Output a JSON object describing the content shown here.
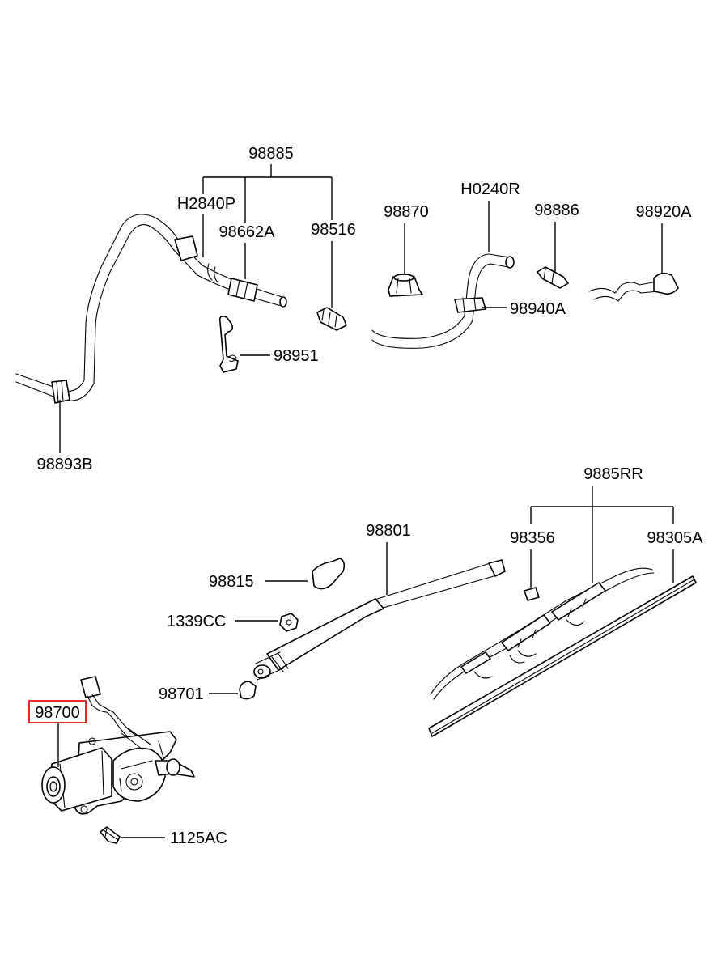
{
  "diagram": {
    "labels": {
      "p98885": "98885",
      "pH2840P": "H2840P",
      "p98662A": "98662A",
      "p98516": "98516",
      "p98870": "98870",
      "pH0240R": "H0240R",
      "p98886": "98886",
      "p98920A": "98920A",
      "p98940A": "98940A",
      "p98951": "98951",
      "p98893B": "98893B",
      "p9885RR": "9885RR",
      "p98801": "98801",
      "p98356": "98356",
      "p98305A": "98305A",
      "p98815": "98815",
      "p1339CC": "1339CC",
      "p98701": "98701",
      "p98700": "98700",
      "p1125AC": "1125AC"
    },
    "highlight": {
      "part": "98700",
      "color": "#e8262b"
    }
  }
}
